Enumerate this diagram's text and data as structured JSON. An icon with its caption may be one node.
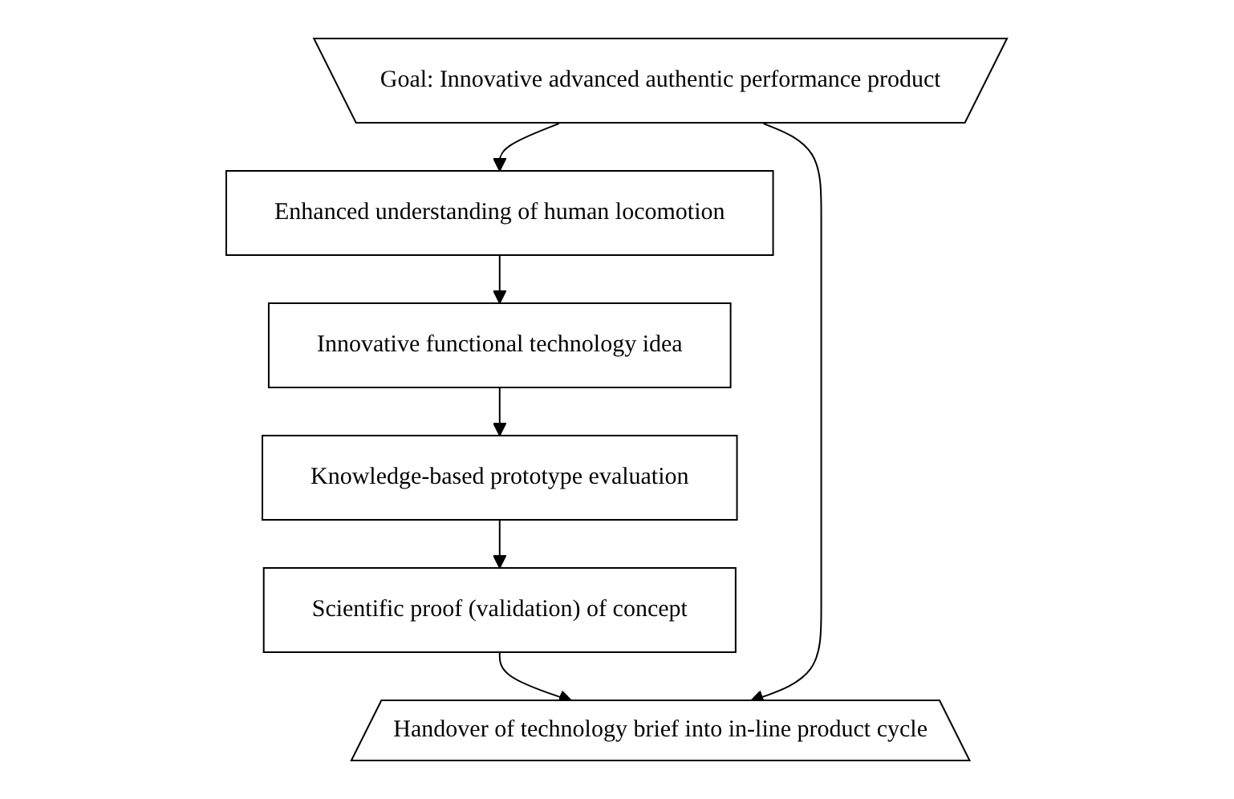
{
  "diagram": {
    "nodes": [
      {
        "text": [
          "Goal: Innovative advanced authentic performance product"
        ]
      },
      {
        "text": [
          "Enhanced understanding of human locomotion"
        ]
      },
      {
        "text": [
          "Innovative functional technology idea"
        ]
      },
      {
        "text": [
          "Knowledge-based prototype evaluation"
        ]
      },
      {
        "text": [
          "Scientific proof (validation) of concept"
        ]
      },
      {
        "text": [
          "Handover of technology brief into in-line product cycle"
        ]
      }
    ],
    "edges": [
      {
        "from": 0,
        "to": 1,
        "arrow": "to"
      },
      {
        "from": 1,
        "to": 2,
        "arrow": "to"
      },
      {
        "from": 2,
        "to": 3,
        "arrow": "to"
      },
      {
        "from": 3,
        "to": 4,
        "arrow": "to"
      },
      {
        "from": 4,
        "to": 5,
        "arrow": "to"
      },
      {
        "from": 0,
        "to": 5,
        "arrow": "to"
      }
    ]
  }
}
